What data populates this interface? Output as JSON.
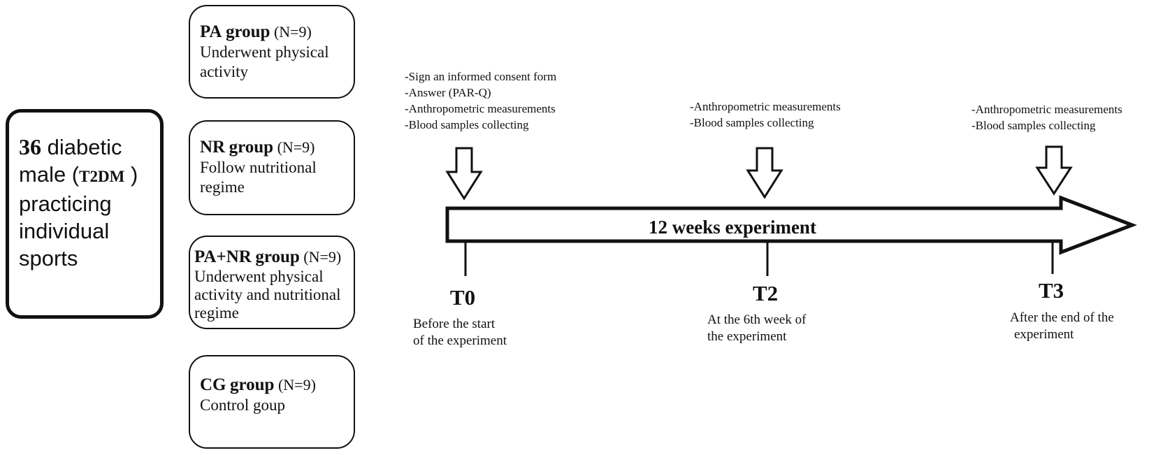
{
  "participants": {
    "count": "36",
    "text_1": "diabetic",
    "text_2": "male (",
    "abbr": "T2DM",
    "text_3": ")",
    "text_4": "practicing",
    "text_5": "individual",
    "text_6": "sports"
  },
  "groups": [
    {
      "name": "PA",
      "suffix": "group",
      "n": "(N=9)",
      "description": "Underwent physical activity"
    },
    {
      "name": "NR",
      "suffix": "group",
      "n": "(N=9)",
      "description": "Follow nutritional regime"
    },
    {
      "name": "PA+NR",
      "suffix": "group",
      "n": "(N=9)",
      "description": "Underwent physical activity and nutritional regime"
    },
    {
      "name": "CG",
      "suffix": "group",
      "n": "(N=9)",
      "description": "Control goup"
    }
  ],
  "timeline": {
    "label": "12 weeks experiment",
    "points": [
      {
        "id": "T0",
        "caption_1": "Before the start",
        "caption_2": "of the experiment",
        "notes": [
          "-Sign an informed consent form",
          "-Answer (PAR-Q)",
          "-Anthropometric measurements",
          "-Blood samples collecting"
        ]
      },
      {
        "id": "T2",
        "caption_1": "At the 6th week of",
        "caption_2": "the experiment",
        "notes": [
          "-Anthropometric measurements",
          "-Blood samples collecting"
        ]
      },
      {
        "id": "T3",
        "caption_1": "After the end of the",
        "caption_2": "experiment",
        "notes": [
          "-Anthropometric measurements",
          "-Blood samples collecting"
        ]
      }
    ]
  },
  "colors": {
    "stroke": "#111111",
    "background": "#ffffff"
  }
}
